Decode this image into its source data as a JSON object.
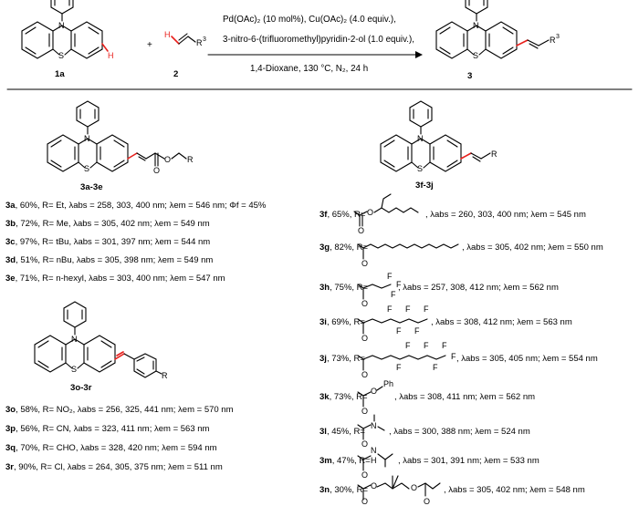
{
  "scheme": {
    "reactant1": {
      "label": "1a",
      "atom_n": "N",
      "atom_s": "S",
      "atom_h": "H"
    },
    "plus": "+",
    "reactant2": {
      "label": "2",
      "atom_h": "H",
      "group": "R",
      "group_sup": "3"
    },
    "conditions_line1": "Pd(OAc)₂ (10 mol%), Cu(OAc)₂ (4.0 equiv.),",
    "conditions_line2": "3-nitro-6-(trifluoromethyl)pyridin-2-ol (1.0 equiv.),",
    "conditions_line3": "1,4-Dioxane, 130 °C, N₂, 24 h",
    "product": {
      "label": "3",
      "atom_n": "N",
      "atom_s": "S",
      "group": "R",
      "group_sup": "3"
    }
  },
  "panel_ae": {
    "core_label": "3a-3e",
    "atom_n": "N",
    "atom_s": "S",
    "atom_o": "O",
    "atom_r": "R",
    "entries": [
      {
        "id": "3a",
        "text": ", 60%, R= Et, λabs = 258, 303, 400 nm; λem = 546 nm; Φf = 45%"
      },
      {
        "id": "3b",
        "text": ", 72%, R= Me, λabs = 305, 402 nm; λem = 549 nm"
      },
      {
        "id": "3c",
        "text": ", 97%, R= tBu, λabs = 301, 397 nm; λem = 544 nm"
      },
      {
        "id": "3d",
        "text": ", 51%, R= nBu, λabs = 305, 398 nm; λem = 549 nm"
      },
      {
        "id": "3e",
        "text": ", 71%, R= n-hexyl, λabs = 303, 400 nm; λem = 547 nm"
      }
    ]
  },
  "panel_or": {
    "core_label": "3o-3r",
    "atom_n": "N",
    "atom_s": "S",
    "atom_r": "R",
    "entries": [
      {
        "id": "3o",
        "text": ", 58%, R= NO₂, λabs = 256, 325, 441 nm; λem = 570 nm"
      },
      {
        "id": "3p",
        "text": ", 56%, R= CN, λabs = 323, 411 nm; λem = 563 nm"
      },
      {
        "id": "3q",
        "text": ", 70%, R= CHO, λabs = 328, 420 nm; λem = 594 nm"
      },
      {
        "id": "3r",
        "text": ", 90%, R= Cl, λabs = 264, 305, 375 nm; λem = 511 nm"
      }
    ]
  },
  "panel_fn": {
    "core_label": "3f-3j",
    "atom_n": "N",
    "atom_s": "S",
    "atom_r": "R",
    "atom_o": "O",
    "atom_f": "F",
    "atom_ph": "Ph",
    "atom_nh": "N",
    "atom_h": "H",
    "entries": [
      {
        "id": "3f",
        "prefix": ", 65%, R=",
        "data": ", λabs = 260, 303, 400 nm; λem = 545 nm"
      },
      {
        "id": "3g",
        "prefix": ", 82%, R=",
        "data": ", λabs = 305, 402 nm; λem = 550 nm"
      },
      {
        "id": "3h",
        "prefix": ", 75%, R=",
        "data": ", λabs = 257, 308, 412 nm; λem = 562 nm"
      },
      {
        "id": "3i",
        "prefix": ", 69%, R=",
        "data": ", λabs = 308, 412 nm; λem = 563 nm"
      },
      {
        "id": "3j",
        "prefix": ", 73%, R=",
        "data": ", λabs = 305, 405 nm; λem = 554 nm"
      },
      {
        "id": "3k",
        "prefix": ", 73%, R=",
        "data": ", λabs = 308, 411 nm; λem = 562 nm"
      },
      {
        "id": "3l",
        "prefix": ", 45%, R=",
        "data": ", λabs = 300, 388 nm; λem = 524 nm"
      },
      {
        "id": "3m",
        "prefix": ", 47%, R=",
        "data": ", λabs = 301, 391 nm; λem = 533 nm"
      },
      {
        "id": "3n",
        "prefix": ", 30%, R=",
        "data": ", λabs = 305, 402 nm; λem = 548 nm"
      }
    ]
  }
}
